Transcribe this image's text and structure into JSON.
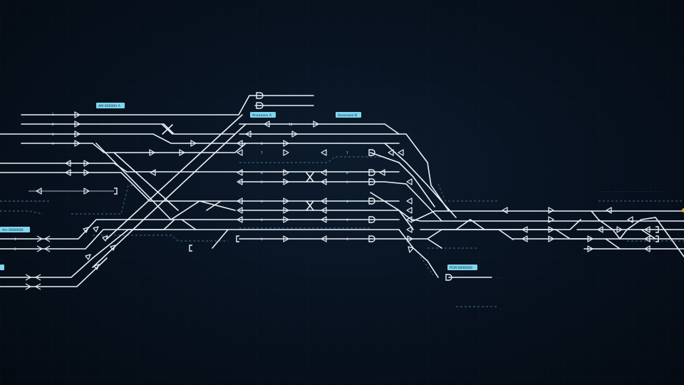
{
  "colors": {
    "track": "#e8f1f7",
    "accent": "#7fd6ee",
    "background": "#06101c",
    "dashed": "#3e6f8c"
  },
  "labels": [
    {
      "text": "AM 000000 A"
    },
    {
      "text": "Anxxxxxx A"
    },
    {
      "text": "Anxxxxxx B"
    },
    {
      "text": "Am 0000000"
    },
    {
      "text": "PCM 0000000"
    }
  ],
  "track_numbers": [
    "1",
    "2",
    "3",
    "4",
    "10",
    "8",
    "7",
    "7",
    "6",
    "6",
    "5",
    "5",
    "4",
    "4",
    "3",
    "3",
    "1",
    "1",
    "1",
    "2"
  ]
}
